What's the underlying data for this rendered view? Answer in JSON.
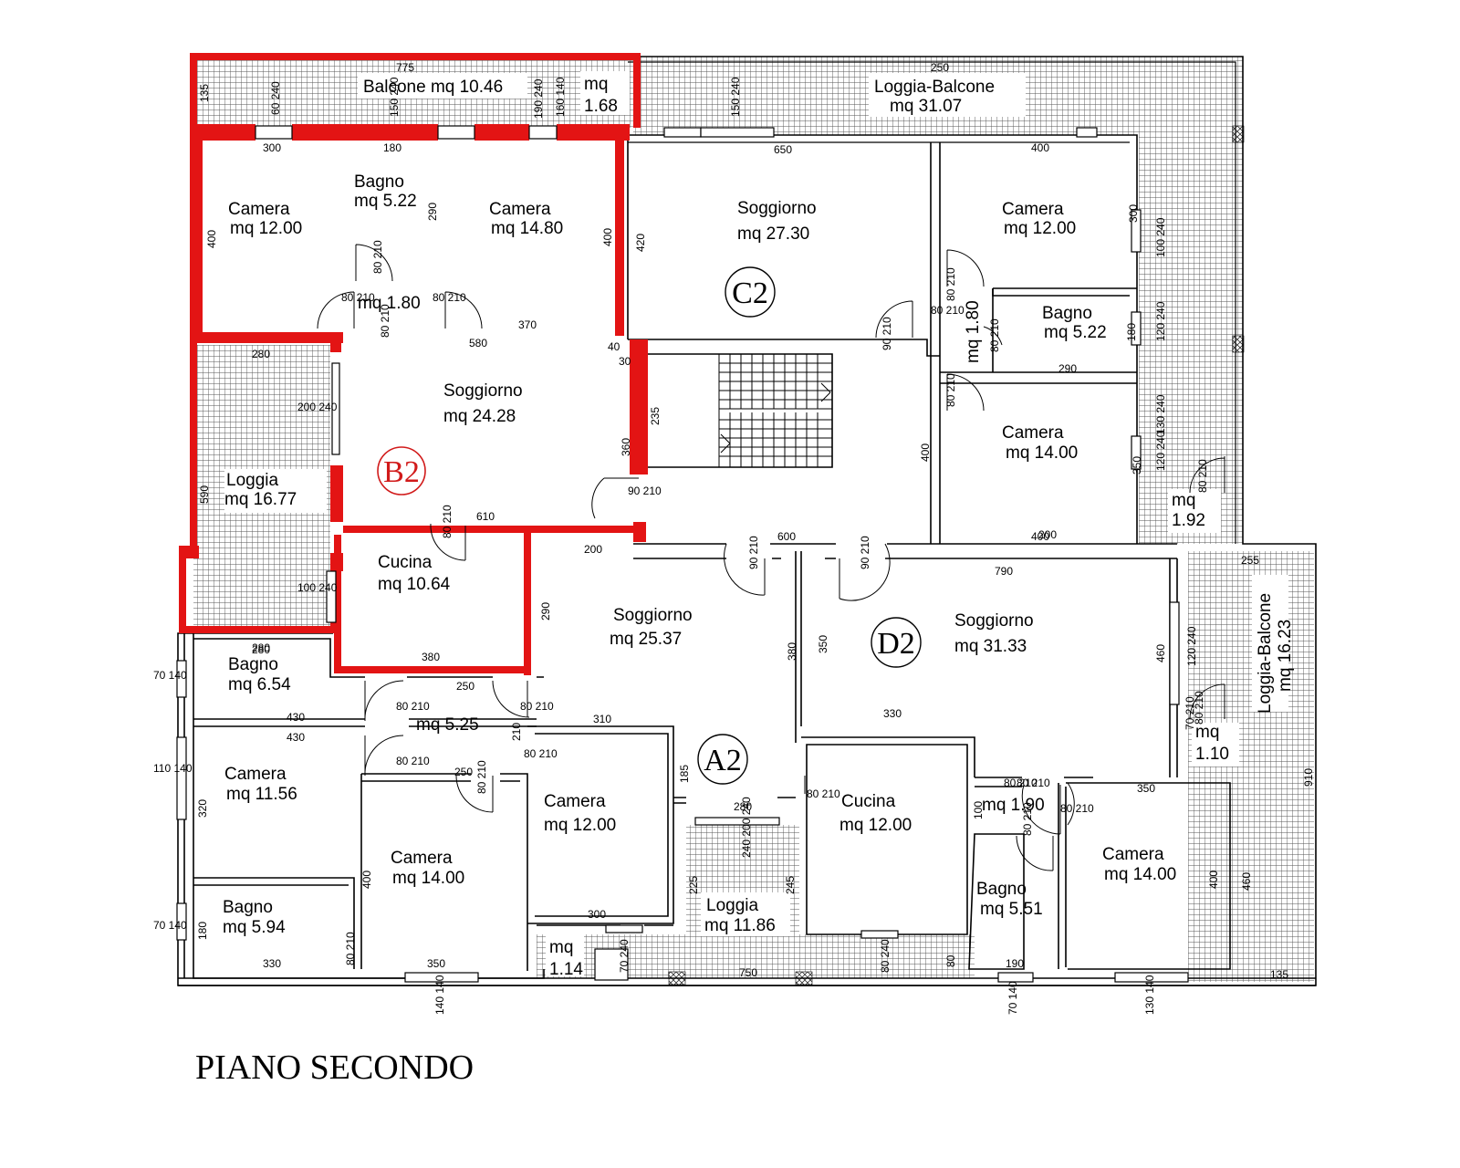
{
  "title": "PIANO SECONDO",
  "units": [
    {
      "id": "B2",
      "label": "B2",
      "color": "#d11a1a"
    },
    {
      "id": "C2",
      "label": "C2",
      "color": "#000000"
    },
    {
      "id": "A2",
      "label": "A2",
      "color": "#000000"
    },
    {
      "id": "D2",
      "label": "D2",
      "color": "#000000"
    }
  ],
  "rooms": [
    {
      "name": "Balcone mq 10.46",
      "area": ""
    },
    {
      "name": "mq",
      "area": "1.68"
    },
    {
      "name": "Loggia-Balcone",
      "area": "mq 31.07"
    },
    {
      "name": "Camera",
      "area": "mq 12.00"
    },
    {
      "name": "Bagno",
      "area": "mq 5.22"
    },
    {
      "name": "Camera",
      "area": "mq 14.80"
    },
    {
      "name": "",
      "area": "mq 1.80"
    },
    {
      "name": "Soggiorno",
      "area": "mq 27.30"
    },
    {
      "name": "Camera",
      "area": "mq 12.00"
    },
    {
      "name": "",
      "area": "mq 1.80"
    },
    {
      "name": "Bagno",
      "area": "mq 5.22"
    },
    {
      "name": "Soggiorno",
      "area": "mq 24.28"
    },
    {
      "name": "Loggia",
      "area": "mq 16.77"
    },
    {
      "name": "Camera",
      "area": "mq 14.00"
    },
    {
      "name": "mq",
      "area": "1.92"
    },
    {
      "name": "Cucina",
      "area": "mq 10.64"
    },
    {
      "name": "Soggiorno",
      "area": "mq 25.37"
    },
    {
      "name": "Soggiorno",
      "area": "mq 31.33"
    },
    {
      "name": "Loggia-Balcone",
      "area": "mq 16.23"
    },
    {
      "name": "Bagno",
      "area": "mq 6.54"
    },
    {
      "name": "",
      "area": "mq 5.25"
    },
    {
      "name": "mq",
      "area": "1.10"
    },
    {
      "name": "Camera",
      "area": "mq 11.56"
    },
    {
      "name": "Camera",
      "area": "mq 12.00"
    },
    {
      "name": "Cucina",
      "area": "mq 12.00"
    },
    {
      "name": "",
      "area": "mq 1.90"
    },
    {
      "name": "Camera",
      "area": "mq 14.00"
    },
    {
      "name": "Camera",
      "area": "mq 14.00"
    },
    {
      "name": "Loggia",
      "area": "mq 11.86"
    },
    {
      "name": "Bagno",
      "area": "mq 5.51"
    },
    {
      "name": "Bagno",
      "area": "mq 5.94"
    },
    {
      "name": "mq",
      "area": "1.14"
    }
  ],
  "dimensions": [
    "775",
    "135",
    "250",
    "300",
    "180",
    "400",
    "290",
    "400",
    "370",
    "580",
    "650",
    "420",
    "400",
    "300",
    "180",
    "290",
    "280",
    "200",
    "590",
    "360",
    "235",
    "30",
    "40",
    "610",
    "200",
    "400",
    "350",
    "400",
    "600",
    "790",
    "280",
    "380",
    "290",
    "380",
    "350",
    "460",
    "255",
    "910",
    "280",
    "250",
    "430",
    "430",
    "310",
    "210",
    "330",
    "185",
    "280",
    "320",
    "400",
    "250",
    "225",
    "245",
    "460",
    "350",
    "400",
    "190",
    "330",
    "350",
    "750",
    "300",
    "135",
    "100",
    "80",
    "180",
    "90 210",
    "80 210",
    "80 210",
    "80 210",
    "80 210",
    "80 210",
    "80 210",
    "80 210",
    "80 210",
    "80 210",
    "90 210",
    "90 210",
    "90 210",
    "80 210",
    "80 210",
    "80 210",
    "80 210",
    "80 210",
    "80 210",
    "80 210",
    "80 210",
    "80 210",
    "80 210",
    "80 210",
    "80 210",
    "80 210",
    "60 240",
    "150 240",
    "190 240",
    "70 140",
    "110 140",
    "70 140",
    "140 140",
    "70 140",
    "130 140",
    "200 240",
    "100 240",
    "100 240",
    "120 240",
    "70 210",
    "240 200 240",
    "70 240",
    "80 240",
    "120 240",
    "160 140",
    "120 240",
    "150 240",
    "130 240"
  ]
}
